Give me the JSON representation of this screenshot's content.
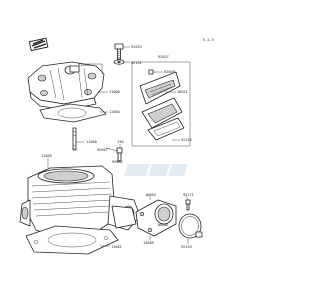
{
  "page_code": "E-2-5",
  "callouts": {
    "c92033": "92033",
    "c92015": "92015",
    "c92151": "92151",
    "c11008": "11008",
    "c11004": "11004",
    "c11060": "11060",
    "c92027": "92027",
    "c92049": "92049",
    "c16021": "16021",
    "c92152": "92152",
    "c11005": "11005",
    "c11061": "11061",
    "c92057": "92057",
    "c130": "130",
    "c92002": "92002",
    "c16065": "16065",
    "c14085": "14085",
    "c92171": "92171",
    "c16066": "16066",
    "c92153": "92153"
  },
  "colors": {
    "ink": "#222222",
    "paper": "#ffffff",
    "shade": "#cfcfcf",
    "watermark": "#c9dce8"
  }
}
